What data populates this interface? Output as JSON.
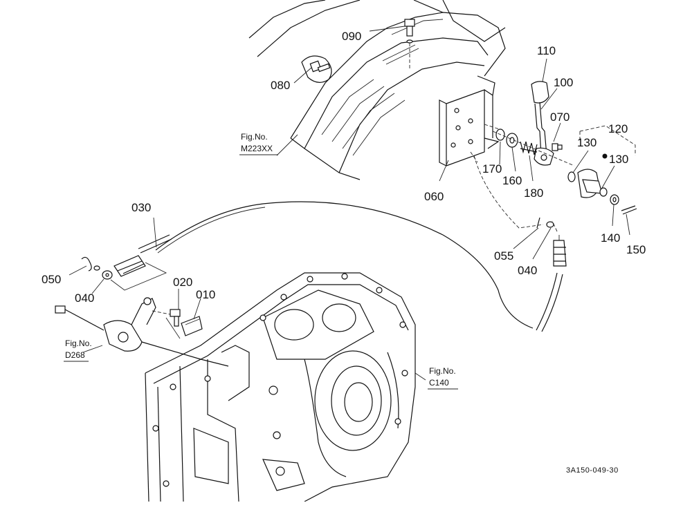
{
  "labels": {
    "p010": "010",
    "p020": "020",
    "p030": "030",
    "p040a": "040",
    "p040b": "040",
    "p050": "050",
    "p055": "055",
    "p060": "060",
    "p070": "070",
    "p080": "080",
    "p090": "090",
    "p100": "100",
    "p110": "110",
    "p120": "120",
    "p130a": "130",
    "p130b": "130",
    "p140": "140",
    "p150": "150",
    "p160": "160",
    "p170": "170",
    "p180": "180"
  },
  "fig_refs": {
    "m223": {
      "line1": "Fig.No.",
      "line2": "M223XX"
    },
    "d268": {
      "line1": "Fig.No.",
      "line2": "D268"
    },
    "c140": {
      "line1": "Fig.No.",
      "line2": "C140"
    }
  },
  "drawing_code": "3A150-049-30"
}
